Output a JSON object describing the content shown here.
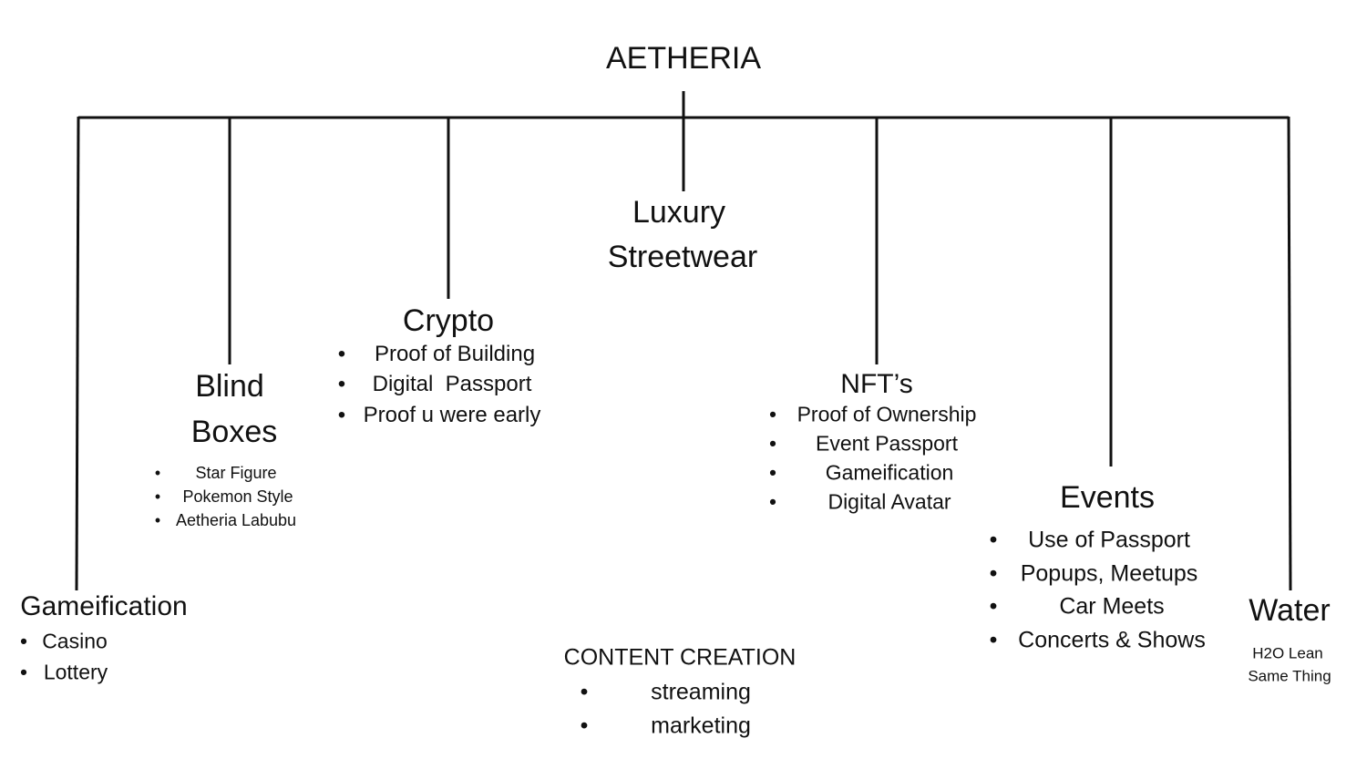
{
  "title": "AETHERIA",
  "nodes": {
    "gameification": {
      "title": "Gameification",
      "items": [
        "Casino",
        "Lottery"
      ]
    },
    "blind_boxes": {
      "title_line1": "Blind",
      "title_line2": "Boxes",
      "items": [
        "Star Figure",
        "Pokemon Style",
        "Aetheria Labubu"
      ]
    },
    "crypto": {
      "title": "Crypto",
      "items": [
        "Proof of Building",
        "Digital  Passport",
        "Proof u were early"
      ]
    },
    "luxury": {
      "title_line1": "Luxury",
      "title_line2": "Streetwear"
    },
    "nfts": {
      "title": "NFT’s",
      "items": [
        "Proof of Ownership",
        "Event Passport",
        "Gameification",
        "Digital Avatar"
      ]
    },
    "events": {
      "title": "Events",
      "items": [
        "Use of Passport",
        "Popups, Meetups",
        "Car Meets",
        "Concerts & Shows"
      ]
    },
    "water": {
      "title": "Water",
      "sub_line1": "H2O Lean",
      "sub_line2": "Same Thing"
    },
    "content": {
      "title": "CONTENT CREATION",
      "items": [
        "streaming",
        "marketing"
      ]
    }
  },
  "colors": {
    "line": "#111111",
    "text": "#111111",
    "background": "#ffffff"
  }
}
